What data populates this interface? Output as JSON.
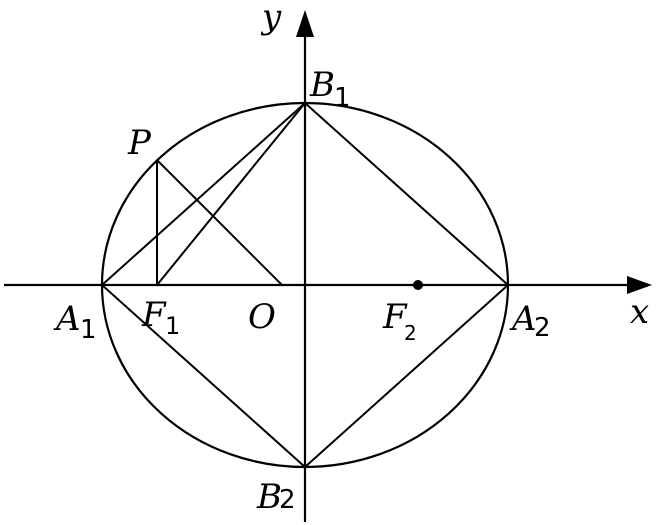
{
  "diagram": {
    "labels": {
      "y_axis": "y",
      "x_axis": "x",
      "b1": "B",
      "b1_sub": "1",
      "p": "P",
      "a1": "A",
      "a1_sub": "1",
      "f1": "F",
      "f1_sub": "1",
      "o": "O",
      "f2": "F",
      "f2_sub": "2",
      "a2": "A",
      "a2_sub": "2",
      "b2": "B",
      "b2_sub": "2"
    },
    "colors": {
      "stroke": "#000000",
      "background": "#ffffff"
    }
  }
}
